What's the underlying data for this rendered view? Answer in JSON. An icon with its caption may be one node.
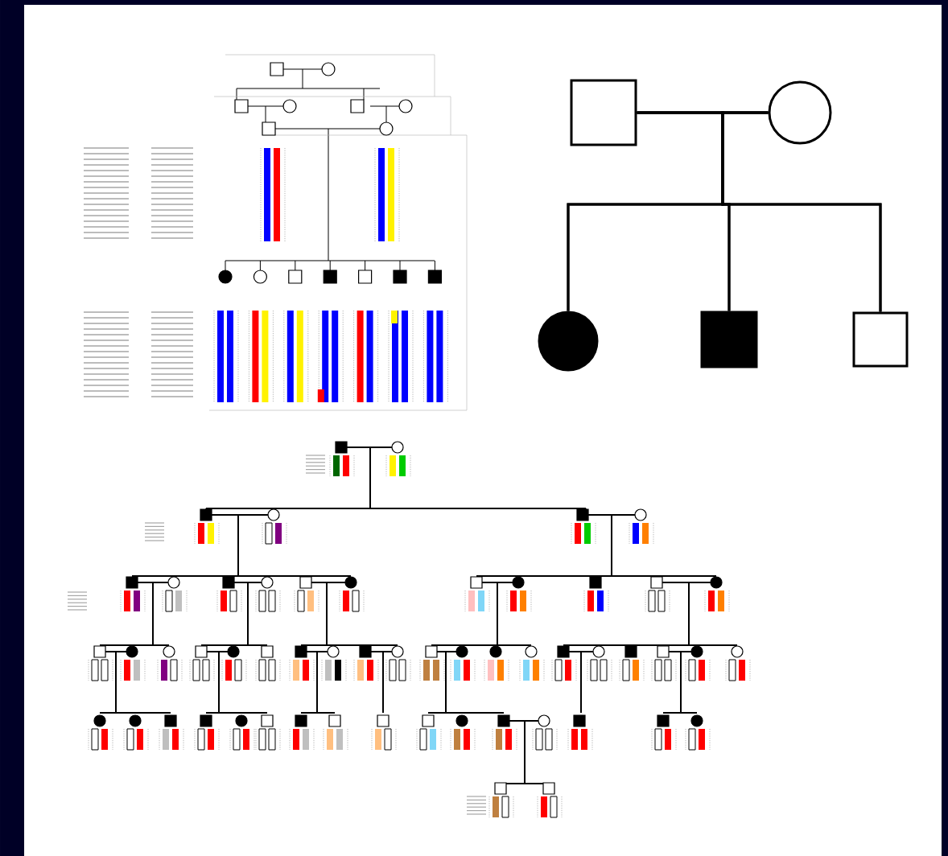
{
  "diagram": {
    "nodes": [
      {
        "text": [],
        "shape": "picture"
      },
      {
        "text": [],
        "shape": "box"
      },
      {
        "text": [],
        "shape": "circle"
      },
      {
        "text": [],
        "shape": "circle"
      },
      {
        "text": [],
        "shape": "box"
      },
      {
        "text": [],
        "shape": "box"
      },
      {
        "text": [],
        "shape": "picture"
      }
    ],
    "edges": [
      {
        "from": 1,
        "to": 2,
        "arrow": "none"
      },
      {
        "from": 1,
        "to": 3,
        "arrow": "none"
      },
      {
        "from": 1,
        "to": 4,
        "arrow": "none"
      },
      {
        "from": 1,
        "to": 5,
        "arrow": "none"
      },
      {
        "from": 2,
        "to": 3,
        "arrow": "none"
      },
      {
        "from": 2,
        "to": 4,
        "arrow": "none"
      },
      {
        "from": 2,
        "to": 5,
        "arrow": "none"
      }
    ]
  }
}
